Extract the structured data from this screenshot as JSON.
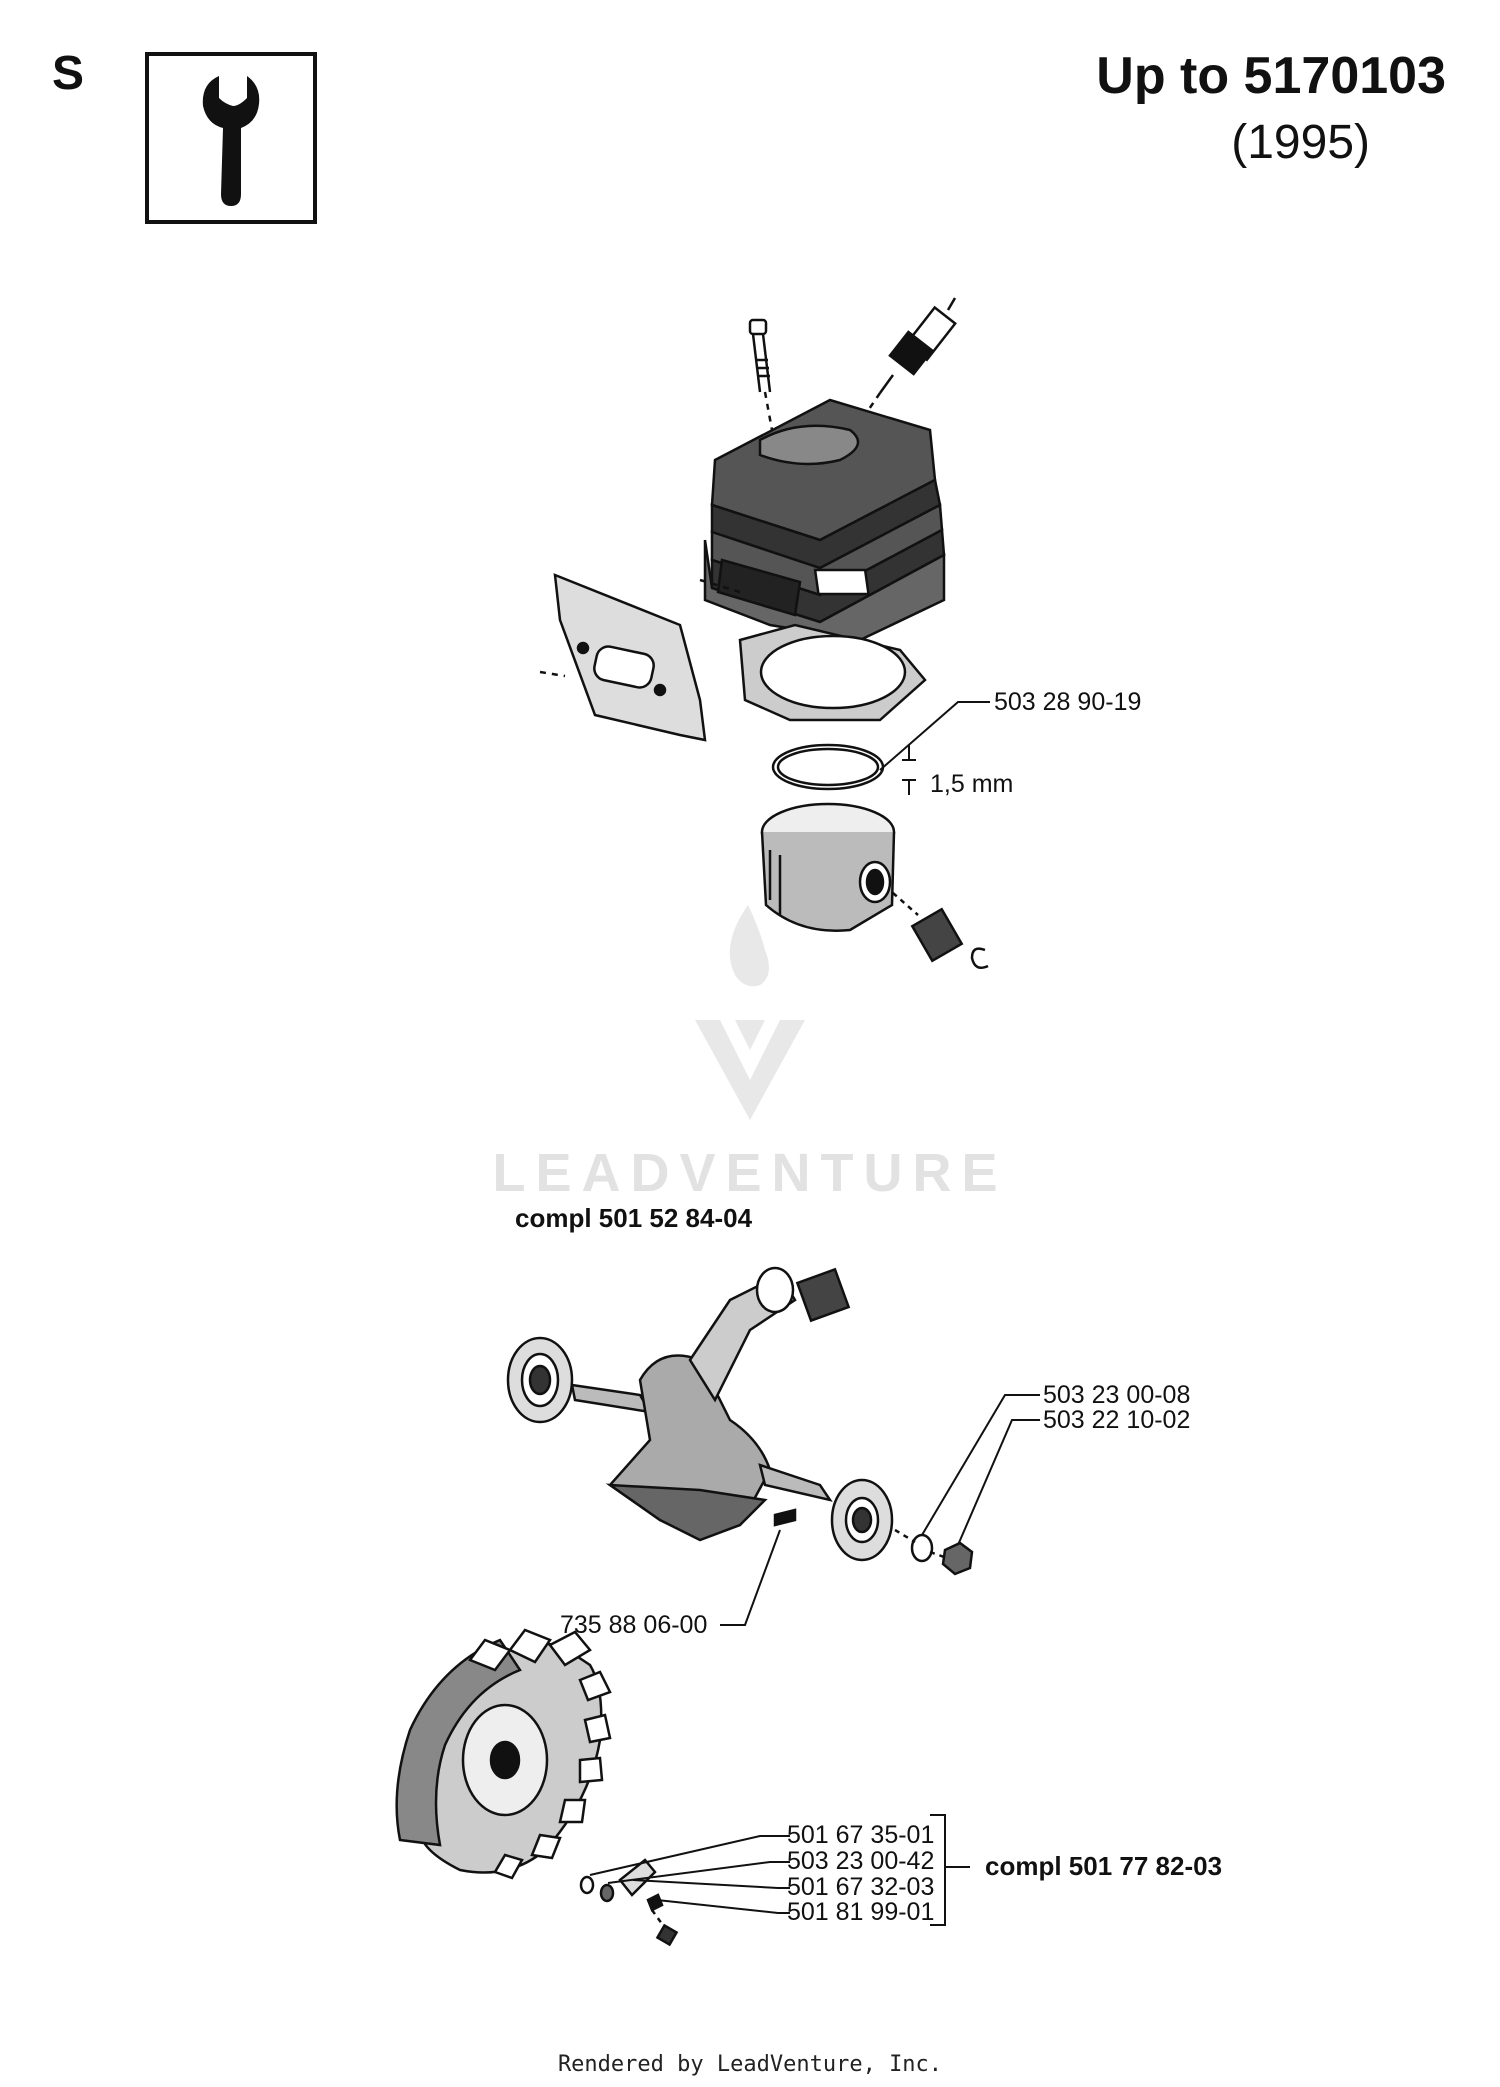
{
  "header": {
    "section_letter": "S",
    "serial_range": "Up to 5170103",
    "year": "(1995)"
  },
  "icons": {
    "tool": "wrench-icon",
    "watermark_logo": "flame-logo-icon"
  },
  "cylinder_group": {
    "ring_part": "503 28 90-19",
    "ring_dimension": "1,5 mm"
  },
  "crankshaft_group": {
    "assembly_label": "compl 501 52 84-04",
    "washer_part": "503 23 00-08",
    "nut_part": "503 22 10-02",
    "key_part": "735 88 06-00"
  },
  "flywheel_group": {
    "parts": [
      "501 67 35-01",
      "503 23 00-42",
      "501 67 32-03",
      "501 81 99-01"
    ],
    "assembly_label": "compl 501 77 82-03"
  },
  "watermark": {
    "text": "LEADVENTURE"
  },
  "footer": {
    "rendered_by": "Rendered by LeadVenture, Inc."
  }
}
